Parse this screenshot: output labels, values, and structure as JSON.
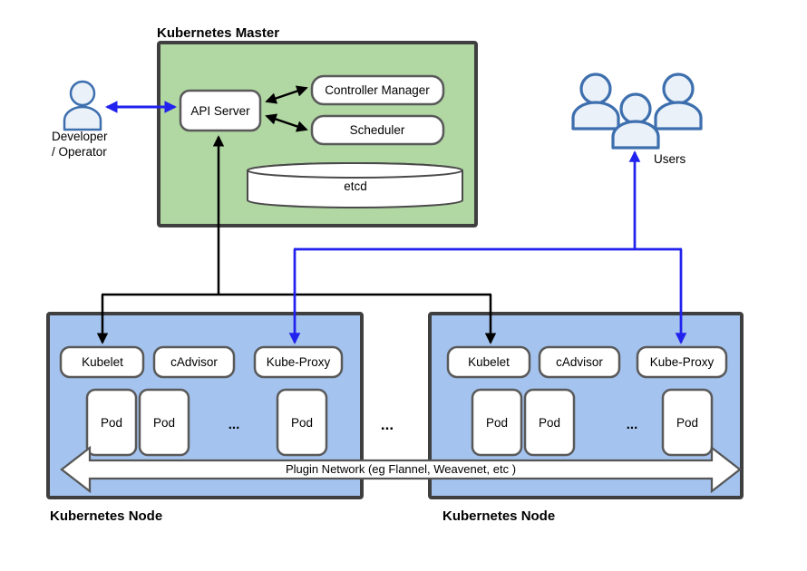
{
  "diagram": {
    "master": {
      "title": "Kubernetes Master",
      "api_server": "API Server",
      "controller_manager": "Controller Manager",
      "scheduler": "Scheduler",
      "etcd": "etcd"
    },
    "developer": {
      "line1": "Developer",
      "line2": "/ Operator"
    },
    "users": {
      "label": "Users"
    },
    "nodes": [
      {
        "title": "Kubernetes Node",
        "kubelet": "Kubelet",
        "cadvisor": "cAdvisor",
        "kube_proxy": "Kube-Proxy",
        "pods": [
          "Pod",
          "Pod",
          "Pod"
        ],
        "pods_ellipsis": "..."
      },
      {
        "title": "Kubernetes Node",
        "kubelet": "Kubelet",
        "cadvisor": "cAdvisor",
        "kube_proxy": "Kube-Proxy",
        "pods": [
          "Pod",
          "Pod",
          "Pod"
        ],
        "pods_ellipsis": "..."
      }
    ],
    "nodes_gap_ellipsis": "...",
    "plugin_network": "Plugin Network (eg Flannel, Weavenet, etc )",
    "colors": {
      "master_fill": "#b1d7a3",
      "node_fill": "#a4c3ee",
      "container_border": "#3f3f3f",
      "box_border": "#595959",
      "arrow_black": "#000000",
      "arrow_blue": "#2222ee",
      "person_stroke": "#3d6fae",
      "person_fill": "#eaf1f9"
    }
  }
}
